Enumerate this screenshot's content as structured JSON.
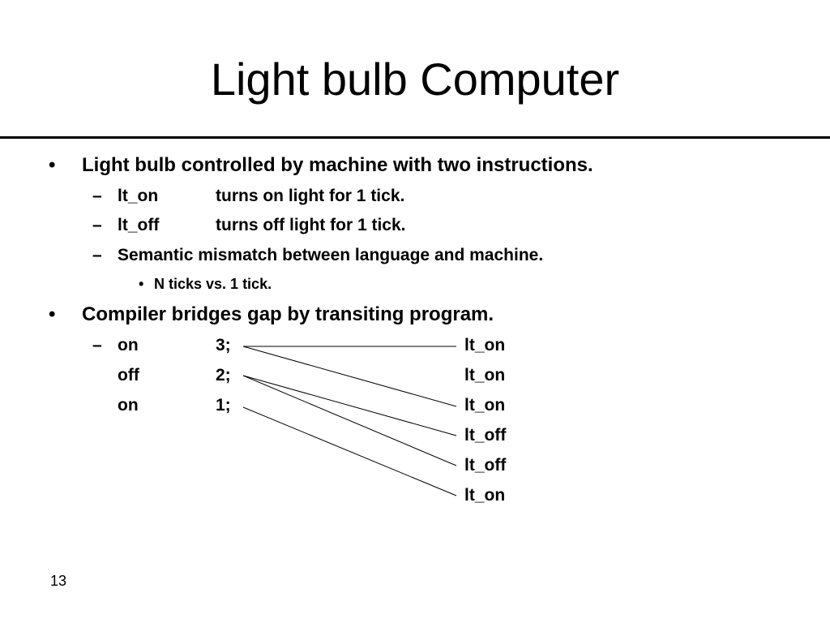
{
  "slide": {
    "title": "Light bulb Computer",
    "page_number": "13"
  },
  "markers": {
    "bullet": "•",
    "dash": "–",
    "small_bullet": "•"
  },
  "bullet1": {
    "text": "Light bulb controlled by machine with two instructions.",
    "items": [
      {
        "instr": "lt_on",
        "desc": "turns on light for 1 tick."
      },
      {
        "instr": "lt_off",
        "desc": "turns off light for 1 tick."
      }
    ],
    "mismatch": "Semantic mismatch between language and machine.",
    "note": "N ticks vs. 1 tick."
  },
  "bullet2": {
    "text": "Compiler bridges gap by transiting program.",
    "source": [
      {
        "op": "on",
        "arg": "3;"
      },
      {
        "op": "off",
        "arg": "2;"
      },
      {
        "op": "on",
        "arg": "1;"
      }
    ],
    "target": [
      "lt_on",
      "lt_on",
      "lt_on",
      "lt_off",
      "lt_off",
      "lt_on"
    ]
  }
}
